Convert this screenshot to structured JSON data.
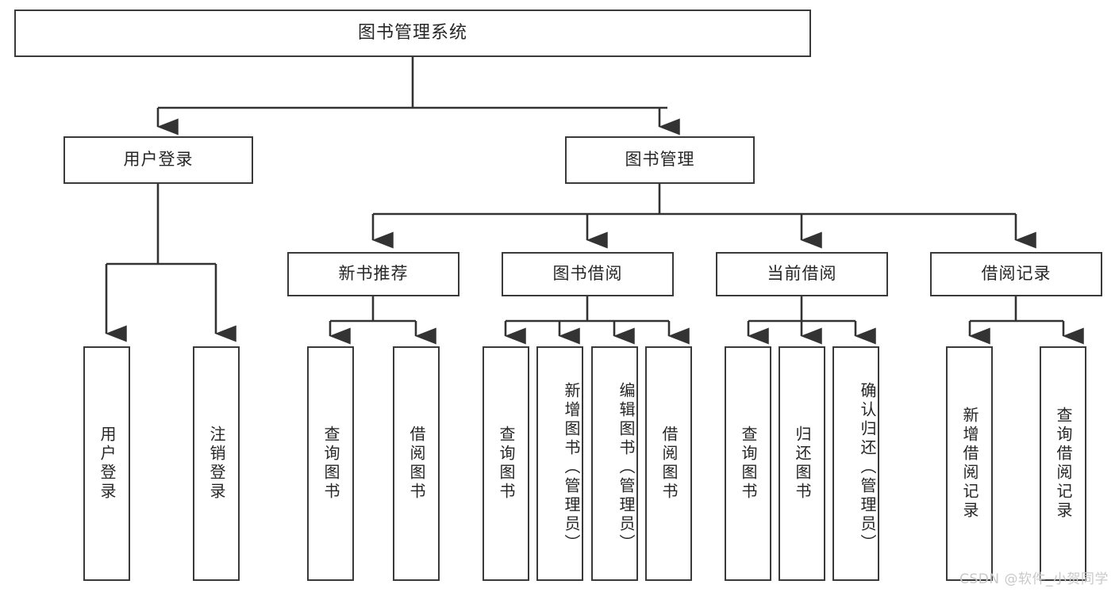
{
  "diagram": {
    "type": "tree",
    "title": "图书管理系统",
    "watermark": "CSDN @软件_小贺同学",
    "colors": {
      "background": "#ffffff",
      "box_border": "#3a3a3a",
      "edge": "#333333",
      "text": "#262626",
      "watermark": "#c9c9c9"
    },
    "root": {
      "label": "图书管理系统"
    },
    "level2": [
      {
        "label": "用户登录"
      },
      {
        "label": "图书管理"
      }
    ],
    "level3": [
      {
        "label": "新书推荐"
      },
      {
        "label": "图书借阅"
      },
      {
        "label": "当前借阅"
      },
      {
        "label": "借阅记录"
      }
    ],
    "leaves": {
      "user_login": [
        {
          "label": "用户登录"
        },
        {
          "label": "注销登录"
        }
      ],
      "new_book_recommend": [
        {
          "label": "查询图书"
        },
        {
          "label": "借阅图书"
        }
      ],
      "book_borrow": [
        {
          "label": "查询图书"
        },
        {
          "label": "新增图书（管理员）"
        },
        {
          "label": "编辑图书（管理员）"
        },
        {
          "label": "借阅图书"
        }
      ],
      "current_borrow": [
        {
          "label": "查询图书"
        },
        {
          "label": "归还图书"
        },
        {
          "label": "确认归还（管理员）"
        }
      ],
      "borrow_record": [
        {
          "label": "新增借阅记录"
        },
        {
          "label": "查询借阅记录"
        }
      ]
    }
  }
}
